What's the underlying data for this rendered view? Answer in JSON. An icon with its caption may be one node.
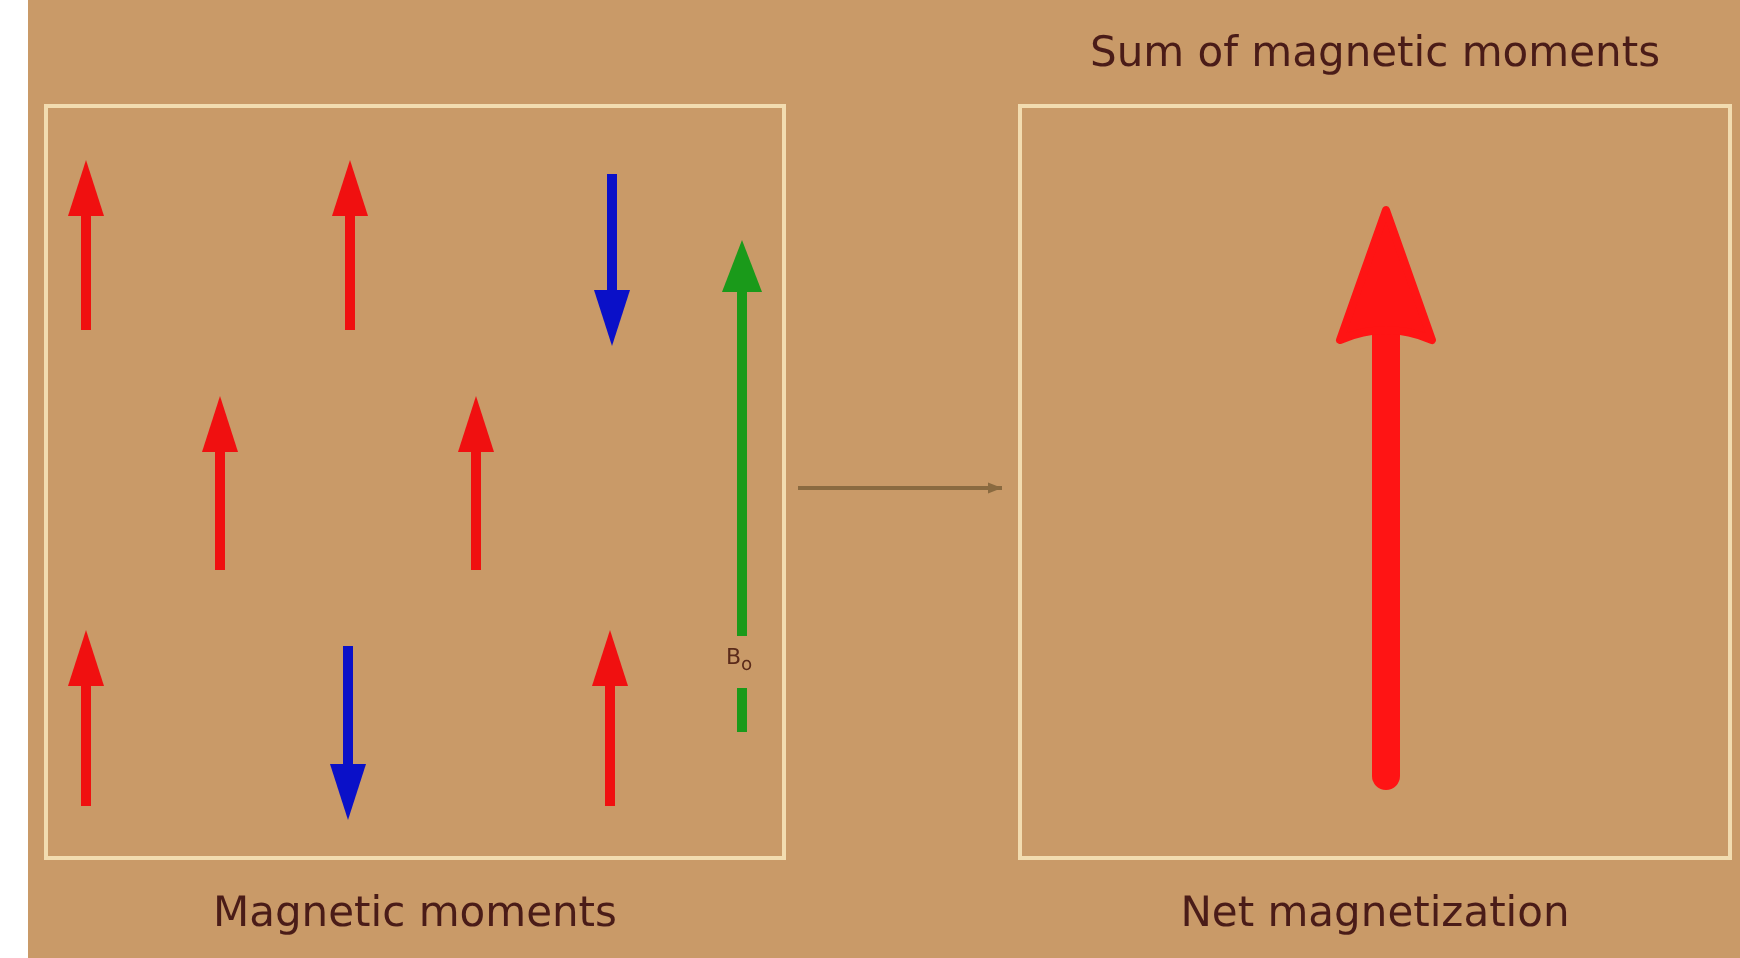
{
  "diagram": {
    "nodes": [
      {
        "text": [
          "Magnetic moments"
        ]
      },
      {
        "text": [
          "Sum of magnetic moments",
          "Net magnetization"
        ]
      }
    ],
    "edges": [
      {
        "from": 0,
        "to": 1,
        "arrow": "to"
      }
    ],
    "labels": [
      "B$_{o}$"
    ]
  }
}
